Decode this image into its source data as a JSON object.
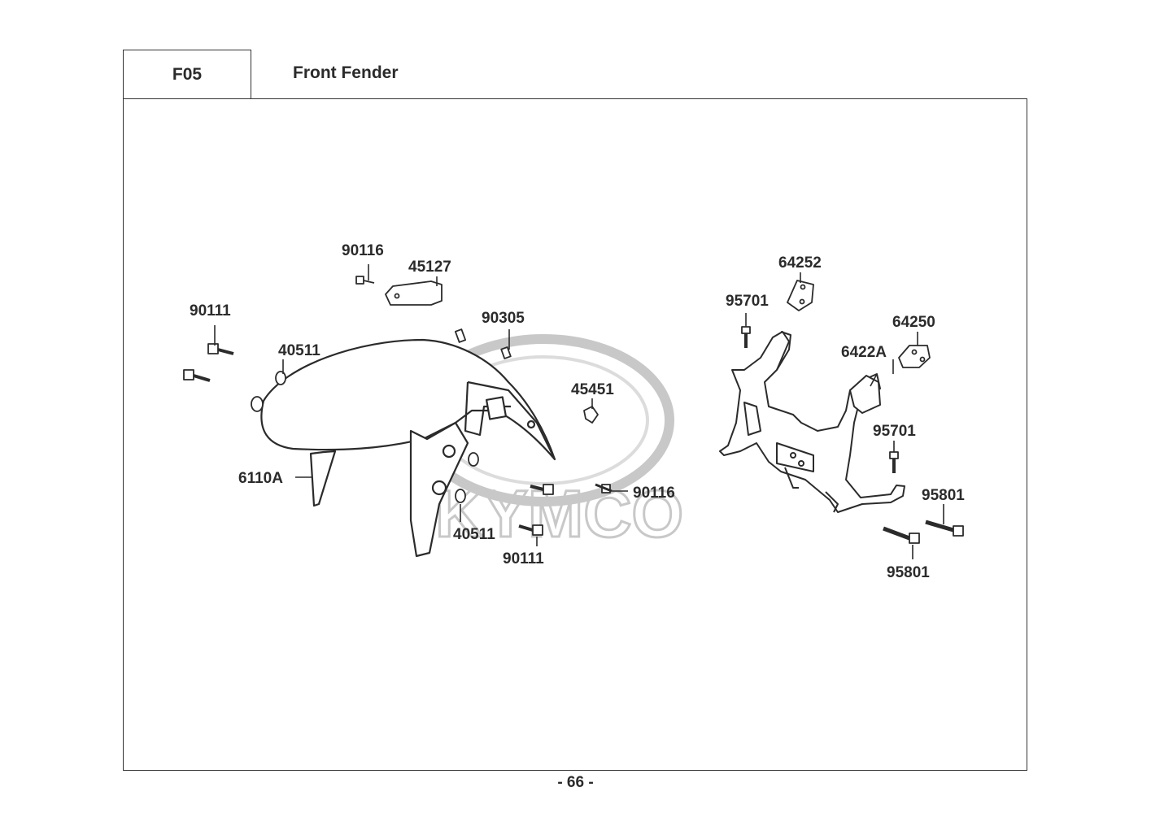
{
  "header": {
    "code": "F05",
    "title": "Front Fender"
  },
  "watermark": {
    "text": "KYMCO"
  },
  "footer": {
    "page": "- 66 -"
  },
  "part_labels": {
    "l90116_top": "90116",
    "l45127": "45127",
    "l90305": "90305",
    "l90111_left": "90111",
    "l40511_top": "40511",
    "l45451": "45451",
    "l6110A": "6110A",
    "l90116_mid": "90116",
    "l40511_bottom": "40511",
    "l90111_bottom": "90111",
    "l64252": "64252",
    "l95701_top": "95701",
    "l64250": "64250",
    "l6422A": "6422A",
    "l95701_mid": "95701",
    "l95801_right": "95801",
    "l95801_bottom": "95801"
  },
  "colors": {
    "line": "#2b2b2b",
    "watermark": "#c8c8c8",
    "part_fill": "#ffffff"
  }
}
